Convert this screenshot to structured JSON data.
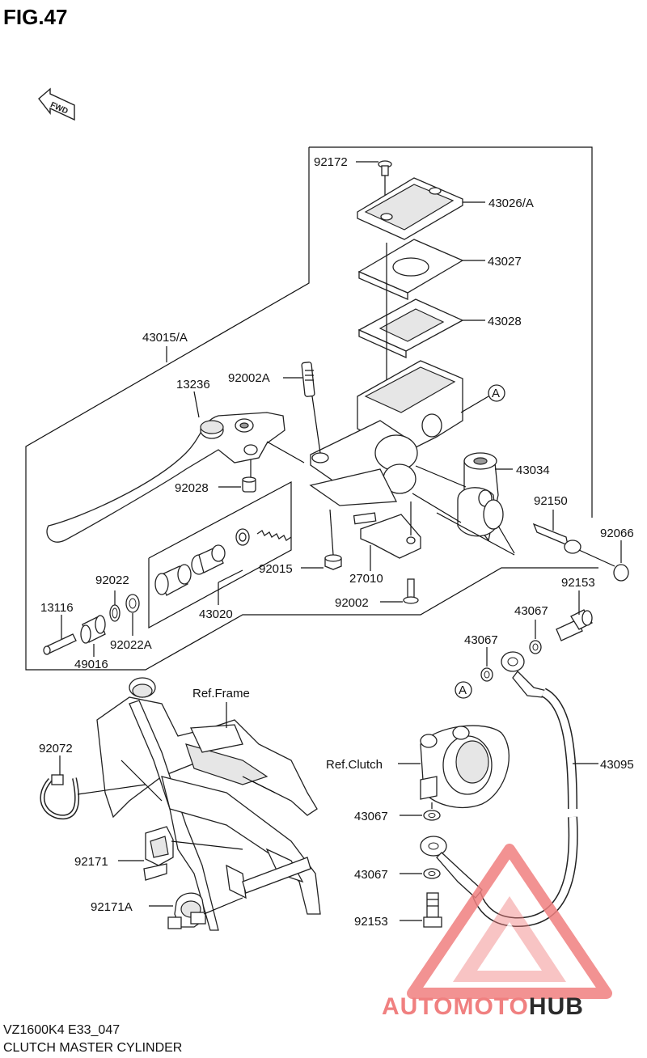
{
  "figure": {
    "title": "FIG.47",
    "fwd_label": "FWD",
    "model_code": "VZ1600K4 E33_047",
    "caption": "CLUTCH MASTER CYLINDER"
  },
  "parts": {
    "p92172": "92172",
    "p43026A": "43026/A",
    "p43027": "43027",
    "p43028": "43028",
    "p43015A": "43015/A",
    "p92002A": "92002A",
    "p13236": "13236",
    "ref_a_1": "A",
    "p43034": "43034",
    "p92150": "92150",
    "p92028": "92028",
    "p92066": "92066",
    "p92015": "92015",
    "p27010": "27010",
    "p92002": "92002",
    "p92022": "92022",
    "p13116": "13116",
    "p43020": "43020",
    "p92022A": "92022A",
    "p49016": "49016",
    "p92153_top": "92153",
    "p43067_1": "43067",
    "p43067_2": "43067",
    "ref_a_2": "A",
    "ref_frame": "Ref.Frame",
    "p92072": "92072",
    "ref_clutch": "Ref.Clutch",
    "p43095": "43095",
    "p43067_3": "43067",
    "p92171": "92171",
    "p43067_4": "43067",
    "p92171A": "92171A",
    "p92153_bottom": "92153"
  },
  "watermark": {
    "text_auto": "AUTO",
    "text_moto": "MOTO",
    "text_hub": "HUB",
    "color_main": "#f08080",
    "color_hub": "#2b2b2b"
  }
}
